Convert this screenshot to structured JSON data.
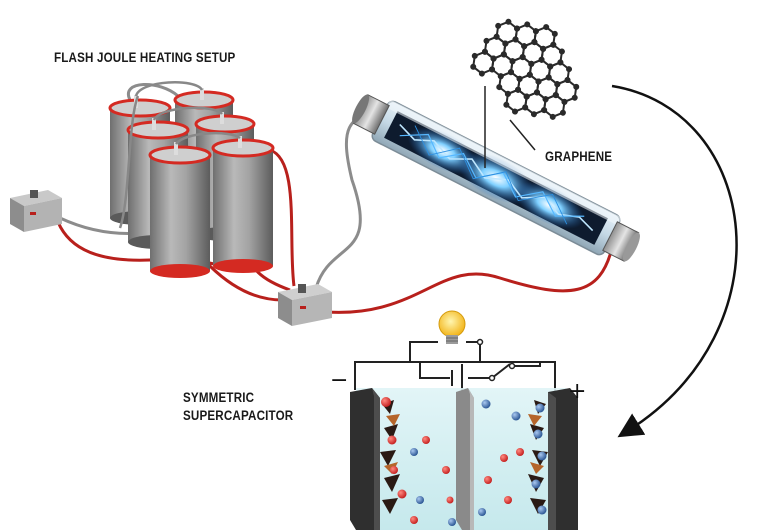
{
  "labels": {
    "setup_title": "FLASH JOULE HEATING SETUP",
    "graphene": "GRAPHENE",
    "supercapacitor_line1": "SYMMETRIC",
    "supercapacitor_line2": "SUPERCAPACITOR"
  },
  "terminals": {
    "negative": "−",
    "positive": "+"
  },
  "colors": {
    "capacitor_body": "#9a9a9a",
    "capacitor_ring": "#d42a22",
    "wire_red": "#b8201c",
    "wire_gray": "#8c8c8c",
    "spark": "#4fb3ff",
    "electrolyte": "#cfeef2",
    "ion_red": "#d62828",
    "ion_blue": "#2f5fa8",
    "bulb": "#ffd23a",
    "arrow": "#111111"
  },
  "icons": [
    "capacitor-bank",
    "switch-box",
    "quartz-tube",
    "graphene-lattice",
    "light-bulb",
    "battery",
    "curved-arrow"
  ]
}
